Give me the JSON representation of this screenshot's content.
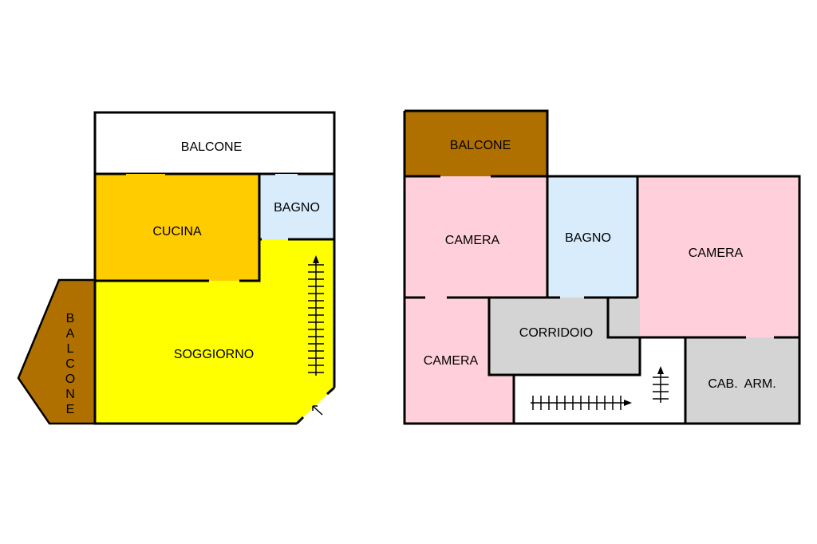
{
  "colors": {
    "balcony": "#b07000",
    "kitchen": "#ffcc00",
    "living": "#ffff00",
    "bath": "#d8ecfb",
    "bedroom": "#ffd0dc",
    "corridor": "#d4d4d4",
    "white": "#ffffff"
  },
  "left_plan": {
    "balcone_top": "BALCONE",
    "cucina": "CUCINA",
    "bagno": "BAGNO",
    "soggiorno": "SOGGIORNO",
    "balcone_side_letters": [
      "B",
      "A",
      "L",
      "C",
      "O",
      "N",
      "E"
    ]
  },
  "right_plan": {
    "balcone": "BALCONE",
    "camera_1": "CAMERA",
    "bagno": "BAGNO",
    "camera_2": "CAMERA",
    "corridoio": "CORRIDOIO",
    "camera_3": "CAMERA",
    "cab_arm": "CAB.  ARM."
  }
}
